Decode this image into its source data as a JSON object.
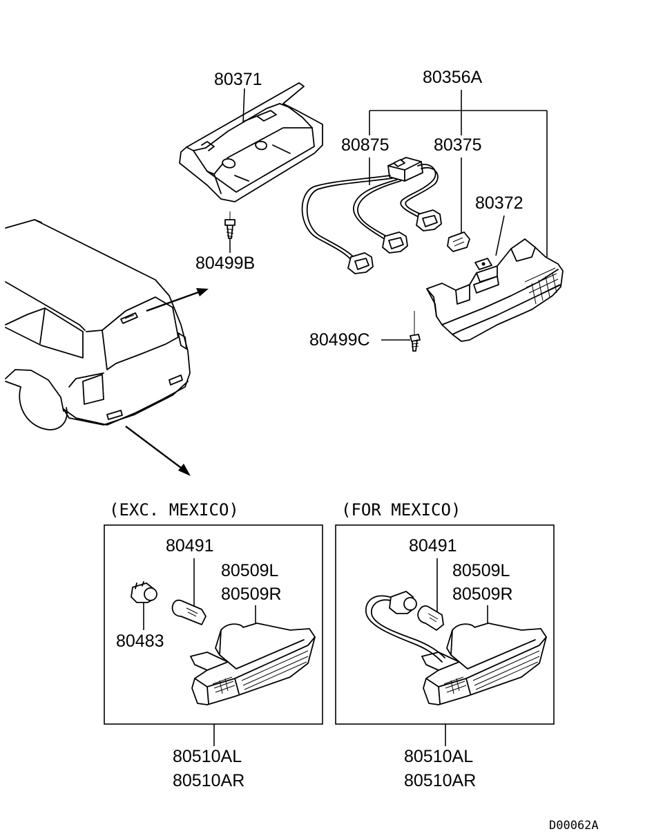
{
  "labels": {
    "p80371": "80371",
    "p80356A": "80356A",
    "p80875": "80875",
    "p80375": "80375",
    "p80372": "80372",
    "p80499B": "80499B",
    "p80499C": "80499C",
    "exc_80491": "80491",
    "exc_80509L": "80509L",
    "exc_80509R": "80509R",
    "exc_80483": "80483",
    "exc_80510AL": "80510AL",
    "exc_80510AR": "80510AR",
    "for_80491": "80491",
    "for_80509L": "80509L",
    "for_80509R": "80509R",
    "for_80510AL": "80510AL",
    "for_80510AR": "80510AR"
  },
  "conditions": {
    "exc_mexico": "(EXC. MEXICO)",
    "for_mexico": "(FOR MEXICO)"
  },
  "diagram_code": "D00062A",
  "icons": {
    "vehicle": "suv-rear-outline-icon",
    "high_mount_lamp": "high-mount-stop-lamp-icon",
    "wiring": "wiring-harness-icon",
    "bulb": "bulb-icon",
    "screw": "screw-icon",
    "side_marker": "side-marker-lamp-icon"
  }
}
